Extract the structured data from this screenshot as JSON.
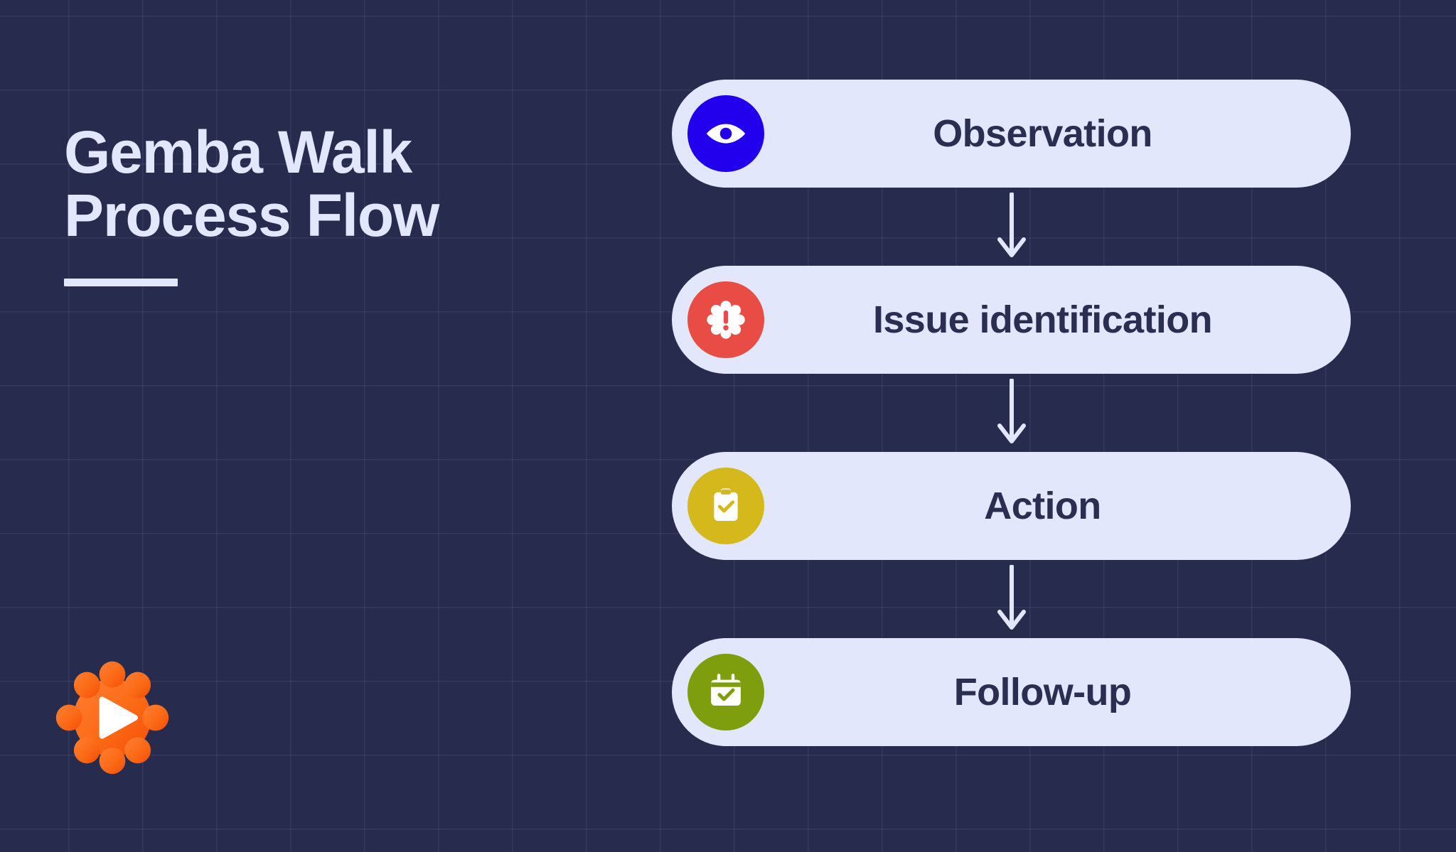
{
  "page": {
    "title_line1": "Gemba Walk",
    "title_line2": "Process Flow",
    "title_full": "Gemba Walk\nProcess Flow",
    "background_color": "#272c4f",
    "title_color": "#e2e7fb",
    "accent_bar_color": "#e2e7fb"
  },
  "brand": {
    "logo_icon": "gear-play-icon",
    "gradient_from": "#ff7a2f",
    "gradient_to": "#f94e0a",
    "glyph_color": "#ffffff"
  },
  "flow": {
    "pill_color": "#e3e7fb",
    "pill_text_color": "#2a2f52",
    "arrow_color": "#e2e7fb",
    "arrow_icon": "arrow-down-icon",
    "steps": [
      {
        "label": "Observation",
        "icon": "eye-icon",
        "icon_bg": "#2200ee",
        "icon_fg": "#ffffff"
      },
      {
        "label": "Issue identification",
        "icon": "alert-badge-icon",
        "icon_bg": "#e84c44",
        "icon_fg": "#ffffff"
      },
      {
        "label": "Action",
        "icon": "clipboard-check-icon",
        "icon_bg": "#d4b81c",
        "icon_fg": "#ffffff"
      },
      {
        "label": "Follow-up",
        "icon": "calendar-check-icon",
        "icon_bg": "#7e9e0e",
        "icon_fg": "#ffffff"
      }
    ]
  }
}
